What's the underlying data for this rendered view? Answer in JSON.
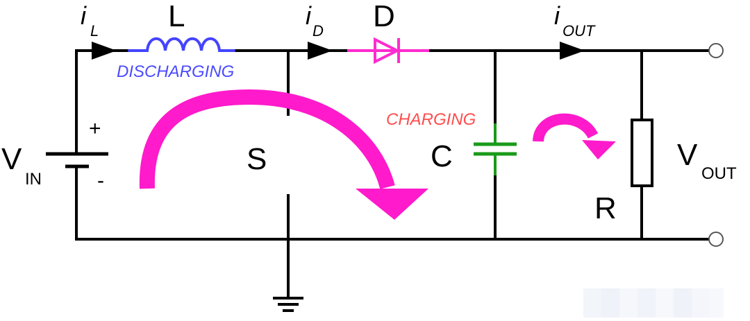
{
  "labels": {
    "inductor": "L",
    "diode": "D",
    "switch": "S",
    "capacitor": "C",
    "resistor": "R",
    "i_symbol": "i",
    "i_L_sub": "L",
    "i_D_sub": "D",
    "i_OUT_sub": "OUT",
    "vin_main": "V",
    "vin_sub": "IN",
    "vout_main": "V",
    "vout_sub": "OUT",
    "plus": "+",
    "minus": "-"
  },
  "states": {
    "inductor": "DISCHARGING",
    "capacitor": "CHARGING"
  },
  "colors": {
    "wire": "#000000",
    "inductor": "#4444ff",
    "inductor_state": "#4b4bff",
    "diode": "#ff2bd0",
    "capacitor": "#1a9a1a",
    "capacitor_state": "#ff4d4d",
    "current_loop": "#ff1acb"
  }
}
